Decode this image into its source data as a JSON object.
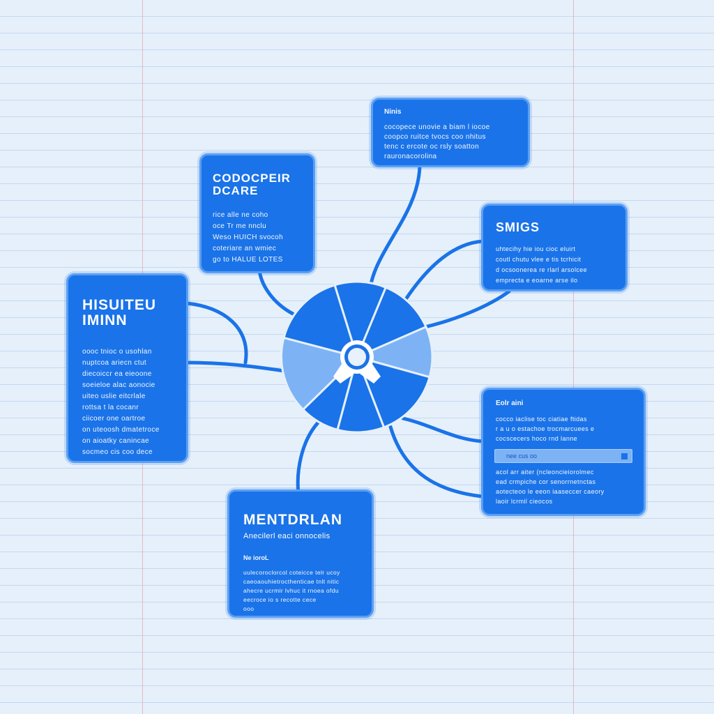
{
  "colors": {
    "background": "#e6f0fa",
    "rule_line": "#c3d8f0",
    "margin_line": "#e7a9b8",
    "node": "#1a73e8",
    "node_border": "#5a9ff4",
    "hub_dark": "#1a73e8",
    "hub_light": "#7db3f5",
    "connector": "#1a73e8"
  },
  "hub": {
    "icon": "gear-icon"
  },
  "nodes": {
    "top_right": {
      "label": "Ninis",
      "lines": [
        "cocopece unovie a biam l iocoe",
        "coopco ruitce tvocs coo nhitus",
        "tenc c ercote oc rsly soatton",
        "rauronacorolina"
      ]
    },
    "upper_left": {
      "title": "CODOCPEIR\nDCARE",
      "lines": [
        "rice alle ne coho",
        "oce  Tr  me nnclu",
        "Weso HUICH svocoh",
        "coteriare an wmiec",
        "go to HALUE LOTES"
      ]
    },
    "right_top": {
      "title": "SMIGS",
      "lines": [
        "uhtecihy hie iou cioc eluirt",
        "coutl chutu vlee e tis tcrhicit",
        "d ocsoonerea re rlarl arsolcee",
        "emprecta e eoarne arse ilo"
      ]
    },
    "left": {
      "title": "HISUITEU\nIMINN",
      "lines": [
        "oooc tnioc o usohlan",
        "nuptcoa ariecn ctut",
        "diecoiccr ea eieoone",
        "soeieloe alac aonocie",
        "uiteo uslie eitcrlale",
        "rottsa t la cocanr",
        "ciicoer one oartroe",
        "on uteoosh dmatetroce",
        "on aioatky canincae",
        "socmeo cis coo dece"
      ]
    },
    "right_bottom": {
      "label": "Eolr aini",
      "lines_top": [
        "cocco iaclise toc ciatiae ftidas",
        "r a u o estachoe trocmarcuees e",
        "cocscecers hoco rnd lanne"
      ],
      "search_text": "nee cus oo",
      "lines_bottom": [
        "acol arr aiter (ncleoncieiorolmec",
        "ead crmpiche cor senorrnetnctas",
        "aotecteoo le eeon iaaseccer caeory",
        "laoir lcrmil cieocos"
      ]
    },
    "bottom": {
      "title": "MENTDRLAN",
      "subtitle": "Anecilerl eaci onnocelis",
      "label": "Ne ioroL",
      "lines": [
        "uulecoroclorcol coteicce telr ucoy",
        "caeoaouhietrocthenticae tnlt nitic",
        "ahecre ucrmir lvhuc it rnoea ofdu",
        "eecroce io   s recotte cece",
        "ooo"
      ]
    }
  }
}
